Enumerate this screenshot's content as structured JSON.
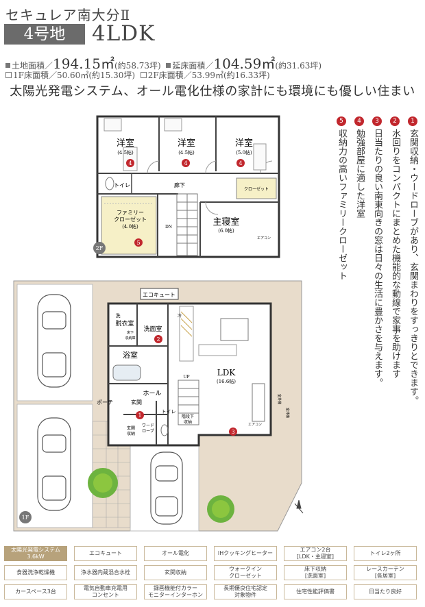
{
  "header": {
    "title": "セキュレア南大分Ⅱ",
    "lot": "4号地",
    "layout": "4LDK"
  },
  "areas": {
    "site_label": "土地面積／",
    "site_value": "194.15㎡",
    "site_tsubo": "(約58.73坪)",
    "floor_label": "延床面積／",
    "floor_value": "104.59㎡",
    "floor_tsubo": "(約31.63坪)",
    "f1": "1F床面積／50.60㎡(約15.30坪)",
    "f2": "2F床面積／53.99㎡(約16.33坪)"
  },
  "headline": "太陽光発電システム、オール電化仕様の家計にも環境にも優しい住まい",
  "features": [
    {
      "num": "1",
      "text": "玄関収納・ウードローブがあり、玄関まわりをすっきりとできます。"
    },
    {
      "num": "2",
      "text": "水回りをコンパクトにまとめた機能的な動線で家事を助けます"
    },
    {
      "num": "3",
      "text": "日当たりの良い南東向きの窓は日々の生活に豊かさを与えます。"
    },
    {
      "num": "4",
      "text": "勉強部屋に適した洋室"
    },
    {
      "num": "5",
      "text": "収納力の高いファミリークローゼット"
    }
  ],
  "floor2": {
    "label": "2F",
    "room1": "洋室",
    "room1_size": "(4.5帖)",
    "room2": "洋室",
    "room2_size": "(4.5帖)",
    "room3": "洋室",
    "room3_size": "(5.0帖)",
    "toilet": "トイレ",
    "hall": "廊下",
    "closet": "クローゼット",
    "family_closet_1": "ファミリー",
    "family_closet_2": "クローゼット",
    "family_closet_size": "(4.0帖)",
    "master": "主寝室",
    "master_size": "(6.0帖)",
    "dn": "DN",
    "aircon": "エアコン",
    "badges": [
      "4",
      "4",
      "4",
      "5"
    ]
  },
  "floor1": {
    "label": "1F",
    "ecocute": "エコキュート",
    "wash": "洗",
    "dressing": "脱衣室",
    "under_storage_1": "床下",
    "under_storage_2": "収納庫",
    "washroom": "洗面室",
    "bath": "浴室",
    "ldk": "LDK",
    "ldk_size": "(16.6帖)",
    "up": "UP",
    "hall": "ホール",
    "porch": "ポーチ",
    "entrance": "玄関",
    "entrance_storage_1": "玄関",
    "entrance_storage_2": "収納",
    "wardrobe_1": "ワード",
    "wardrobe_2": "ローブ",
    "toilet": "トイレ",
    "stair_storage_1": "階段下",
    "stair_storage_2": "収納",
    "aircon": "エアコン",
    "outdoor_unit_1": "室外機",
    "outdoor_unit_2": "室外機",
    "fridge": "冷",
    "badges": [
      "2",
      "1",
      "3"
    ]
  },
  "equipment": [
    {
      "label": "太陽光発電システム\n3.6kW",
      "on": true
    },
    {
      "label": "エコキュート",
      "on": false
    },
    {
      "label": "オール電化",
      "on": false
    },
    {
      "label": "IHクッキングヒーター",
      "on": false
    },
    {
      "label": "エアコン2台\n[LDK・主寝室]",
      "on": false
    },
    {
      "label": "トイレ2ヶ所",
      "on": false
    },
    {
      "label": "食器洗浄乾燥機",
      "on": false
    },
    {
      "label": "浄水器内蔵混合水栓",
      "on": false
    },
    {
      "label": "玄関収納",
      "on": false
    },
    {
      "label": "ウォークイン\nクローゼット",
      "on": false
    },
    {
      "label": "床下収納\n[洗面室]",
      "on": false
    },
    {
      "label": "レースカーテン\n[各居室]",
      "on": false
    },
    {
      "label": "カースペース3台",
      "on": false
    },
    {
      "label": "電気自動車充電用\nコンセント",
      "on": false
    },
    {
      "label": "録画機能付カラー\nモニターインターホン",
      "on": false
    },
    {
      "label": "長期優良住宅認定\n対象物件",
      "on": false
    },
    {
      "label": "住宅性能評価書",
      "on": false
    },
    {
      "label": "日当たり良好",
      "on": false
    }
  ],
  "colors": {
    "accent_red": "#c1272d",
    "site_beige": "#e8dccb",
    "room_yellow": "#f6f0c7",
    "equipment_on": "#b7a27b"
  }
}
